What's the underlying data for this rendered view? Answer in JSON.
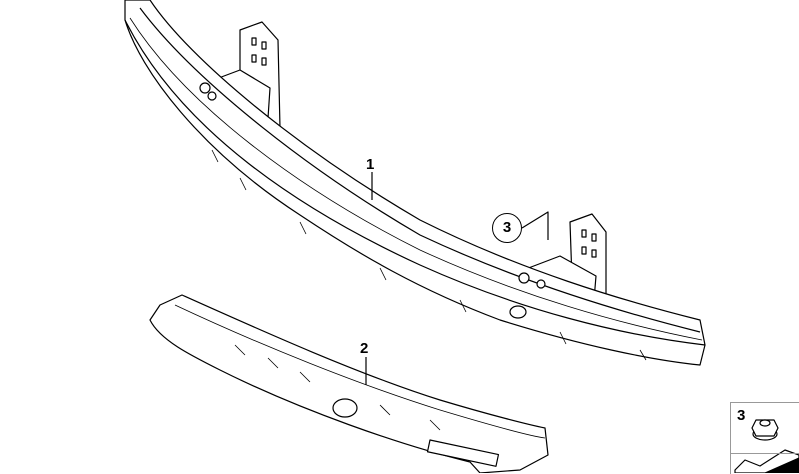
{
  "callouts": {
    "part_1": "1",
    "part_2": "2",
    "part_3": "3"
  },
  "legend": {
    "item_number": "3",
    "icon": "flange-nut-icon"
  }
}
